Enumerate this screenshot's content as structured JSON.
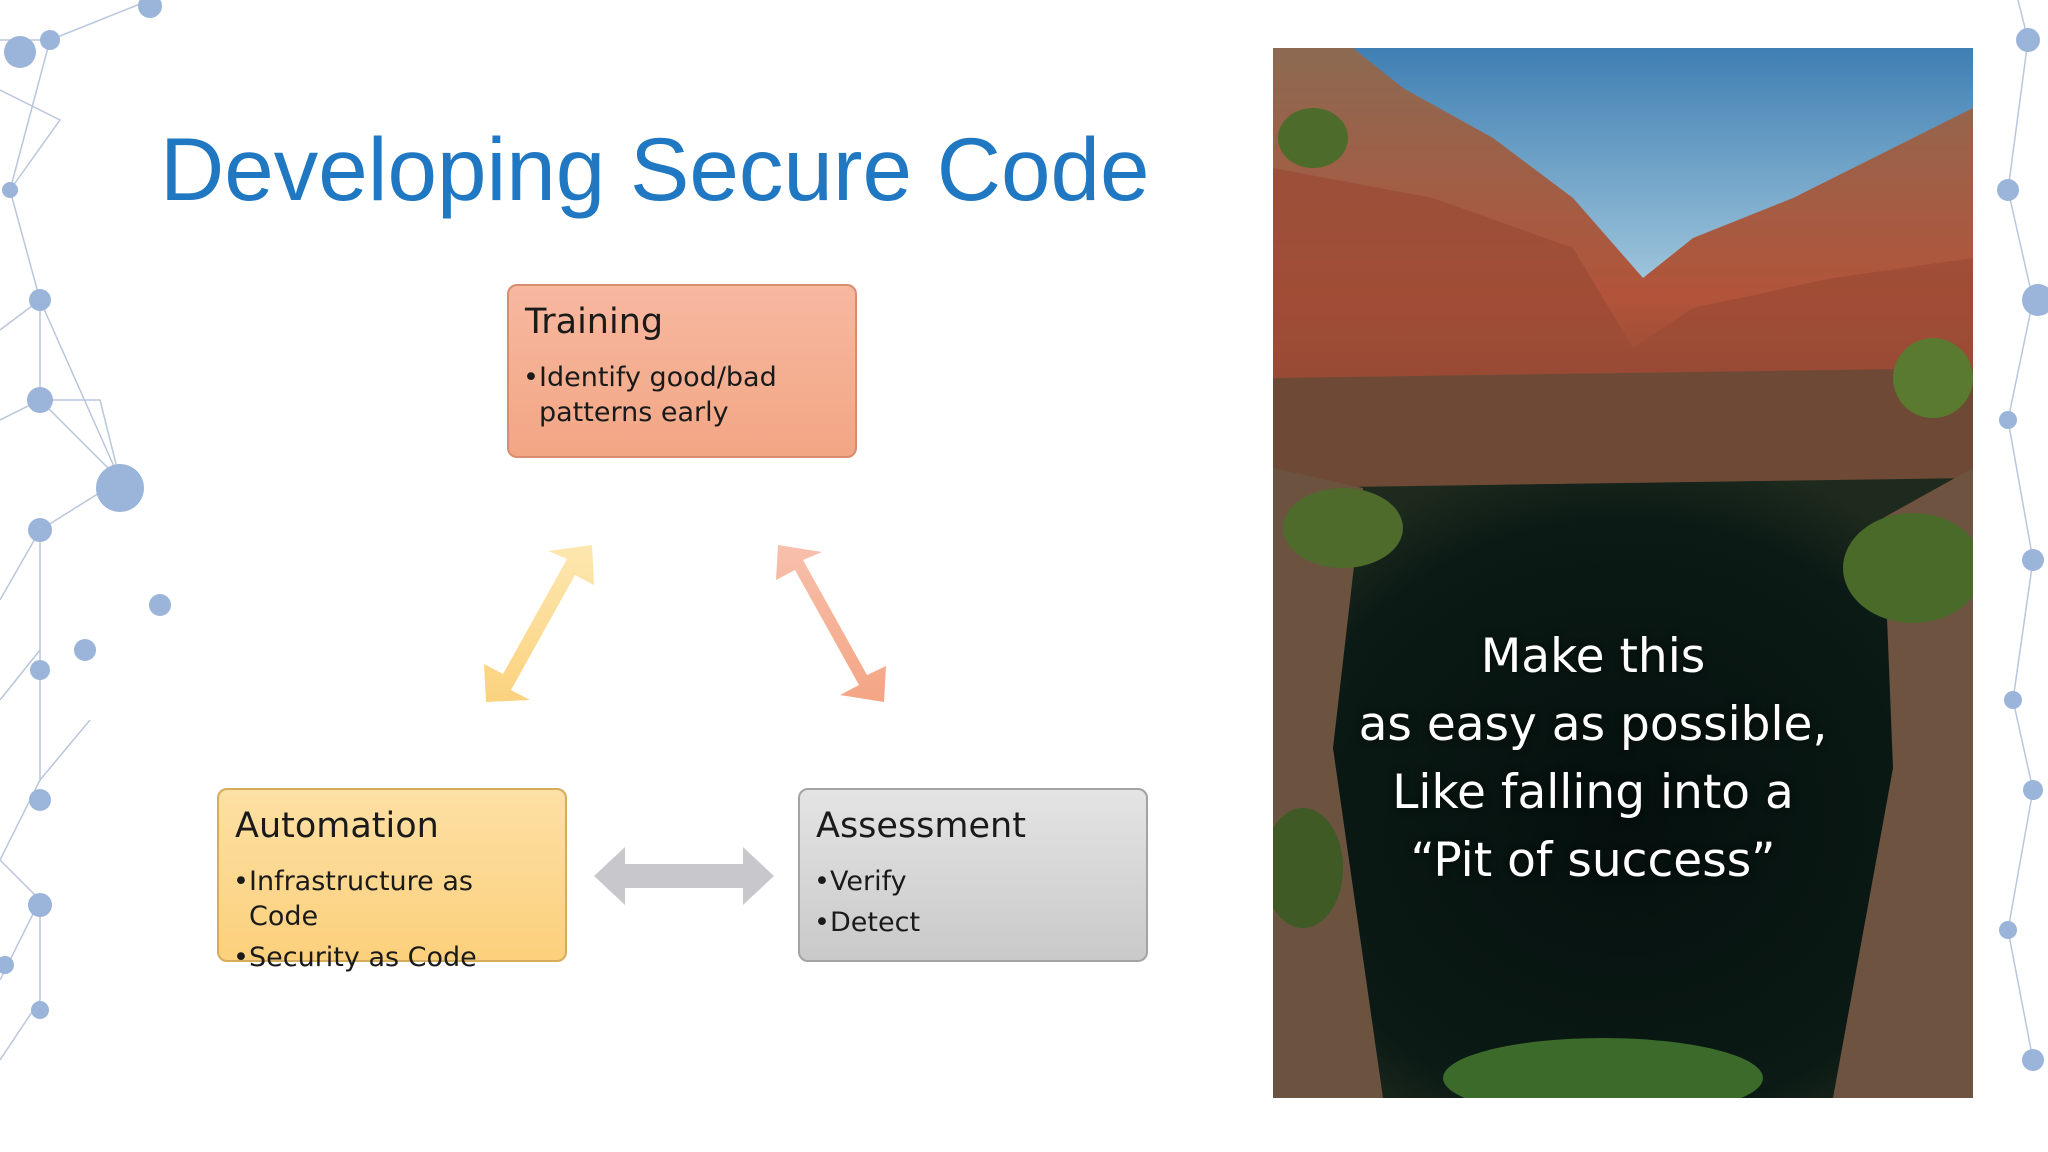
{
  "slide": {
    "title": "Developing Secure Code"
  },
  "diagram": {
    "training": {
      "title": "Training",
      "bullets": [
        "Identify good/bad patterns early"
      ]
    },
    "automation": {
      "title": "Automation",
      "bullets": [
        "Infrastructure as Code",
        "Security as Code"
      ]
    },
    "assessment": {
      "title": "Assessment",
      "bullets": [
        "Verify",
        "Detect"
      ]
    }
  },
  "photo": {
    "caption_lines": [
      "Make this",
      "as easy as possible,",
      "Like falling into a",
      "“Pit of success”"
    ]
  },
  "colors": {
    "title": "#1f78c1",
    "training": "#f4ad8f",
    "automation": "#fcd487",
    "assessment": "#d6d6d6"
  }
}
